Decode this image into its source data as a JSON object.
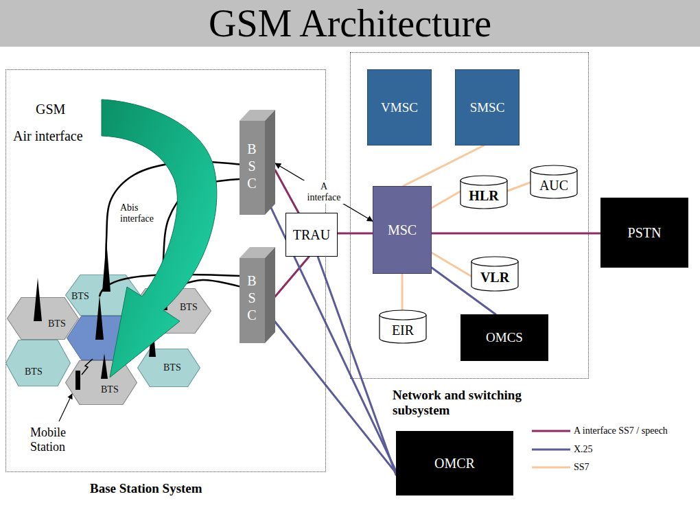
{
  "diagram": {
    "title": "GSM Architecture",
    "nodes": [
      {
        "text": [
          "Base Station System"
        ]
      },
      {
        "text": [
          "BTS"
        ],
        "in": 0
      },
      {
        "text": [
          "BTS"
        ],
        "in": 0
      },
      {
        "text": [
          "BTS"
        ],
        "in": 0
      },
      {
        "text": [
          "BTS"
        ],
        "in": 0
      },
      {
        "text": [
          "BTS"
        ],
        "in": 0
      },
      {
        "text": [
          "BTS"
        ],
        "in": 0
      },
      {
        "text": [
          "BSC"
        ],
        "in": 0
      },
      {
        "text": [
          "BSC"
        ],
        "in": 0
      },
      {
        "text": [
          "TRAU"
        ]
      },
      {
        "text": [
          "Network and switching subsystem"
        ]
      },
      {
        "text": [
          "VMSC"
        ],
        "in": 10
      },
      {
        "text": [
          "SMSC"
        ],
        "in": 10
      },
      {
        "text": [
          "MSC"
        ],
        "in": 10
      },
      {
        "text": [
          "HLR"
        ],
        "in": 10
      },
      {
        "text": [
          "AUC"
        ],
        "in": 10
      },
      {
        "text": [
          "VLR"
        ],
        "in": 10
      },
      {
        "text": [
          "EIR"
        ],
        "in": 10
      },
      {
        "text": [
          "OMCS"
        ],
        "in": 10
      },
      {
        "text": [
          "PSTN"
        ]
      },
      {
        "text": [
          "OMCR"
        ]
      }
    ],
    "edges": [
      {
        "from": 7,
        "to": 9,
        "arrow": "none"
      },
      {
        "from": 8,
        "to": 9,
        "arrow": "none"
      },
      {
        "from": 9,
        "to": 13,
        "arrow": "none"
      },
      {
        "from": 13,
        "to": 19,
        "arrow": "none"
      },
      {
        "from": 12,
        "to": 13,
        "arrow": "none"
      },
      {
        "from": 13,
        "to": 14,
        "arrow": "none"
      },
      {
        "from": 14,
        "to": 15,
        "arrow": "none"
      },
      {
        "from": 13,
        "to": 16,
        "arrow": "none"
      },
      {
        "from": 13,
        "to": 17,
        "arrow": "none"
      },
      {
        "from": 13,
        "to": 18,
        "arrow": "none"
      },
      {
        "from": 7,
        "to": 20,
        "arrow": "none"
      },
      {
        "from": 8,
        "to": 20,
        "arrow": "none"
      },
      {
        "from": 9,
        "to": 20,
        "arrow": "none"
      },
      {
        "from": 7,
        "to": 13,
        "label": "A interface",
        "arrow": "both"
      },
      {
        "from": 1,
        "to": 7,
        "arrow": "none"
      },
      {
        "from": 2,
        "to": 7,
        "arrow": "none"
      },
      {
        "from": 2,
        "to": 8,
        "arrow": "none"
      }
    ],
    "labels": [
      "GSM",
      "Air interface",
      "Abis interface",
      "Mobile Station"
    ],
    "legend": [
      {
        "text": "A interface SS7 / speech"
      },
      {
        "text": "X.25"
      },
      {
        "text": "SS7"
      }
    ]
  }
}
